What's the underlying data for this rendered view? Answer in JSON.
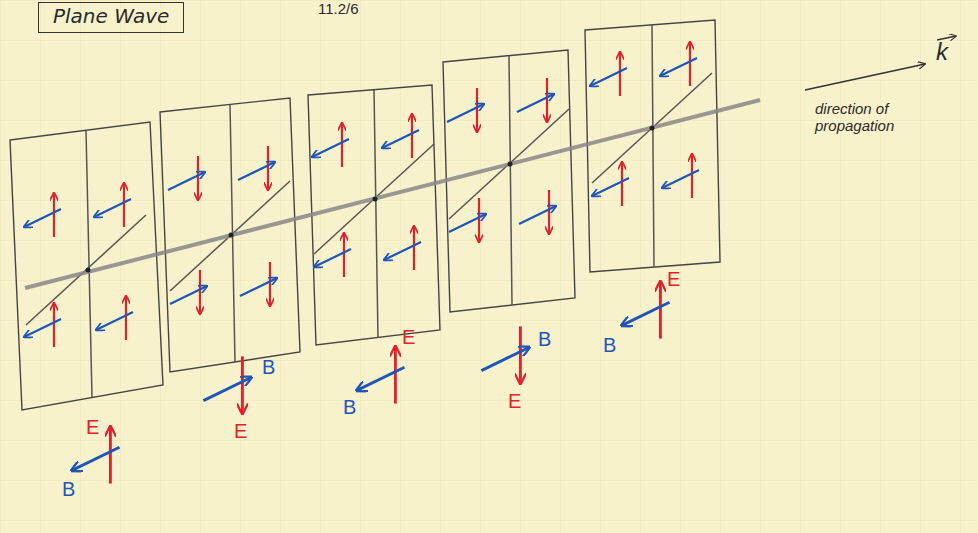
{
  "diagram": {
    "title": "Plane Wave",
    "labels": [
      "11.2/6",
      "k",
      "direction of propagation",
      "E",
      "B",
      "B",
      "E",
      "E",
      "B",
      "B",
      "E",
      "E",
      "B"
    ]
  }
}
